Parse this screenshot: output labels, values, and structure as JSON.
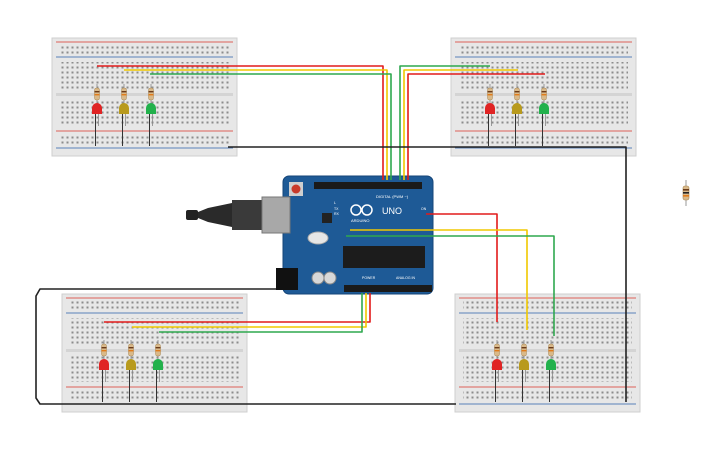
{
  "arduino": {
    "brand": "ARDUINO",
    "model": "UNO",
    "header_label": "DIGITAL (PWM ~)",
    "power_label": "POWER",
    "analog_label": "ANALOG IN",
    "tx_label": "TX",
    "rx_label": "RX",
    "l_label": "L",
    "on_label": "ON"
  },
  "colors": {
    "board": "#1e5a96",
    "breadboard": "#e7e7e7",
    "rail_red": "#d9342b",
    "rail_blue": "#2b5fa8",
    "wire_red": "#e21b1b",
    "wire_yellow": "#f0c800",
    "wire_green": "#2fa84f",
    "wire_black": "#222222",
    "led_red": "#e02424",
    "led_yellow": "#b89a1d",
    "led_green": "#22b14c"
  },
  "components": {
    "breadboards": [
      "breadboard-top-left",
      "breadboard-top-right",
      "breadboard-bottom-left",
      "breadboard-bottom-right"
    ],
    "led_colors": [
      "red",
      "yellow",
      "green"
    ],
    "spare": "resistor"
  }
}
